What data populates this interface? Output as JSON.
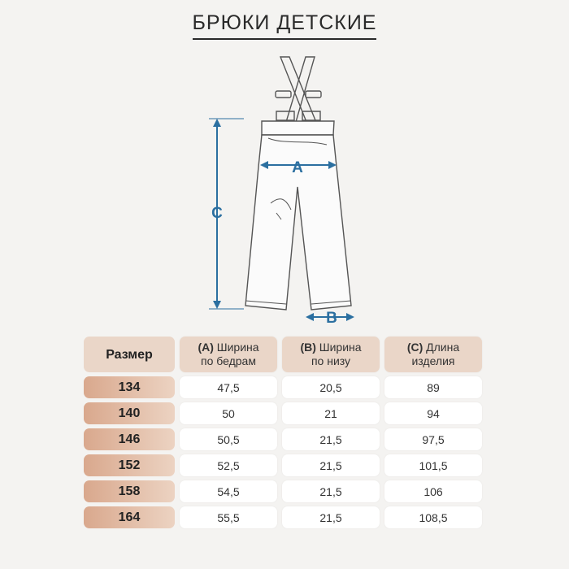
{
  "title": "БРЮКИ ДЕТСКИЕ",
  "diagram": {
    "label_a": "A",
    "label_b": "B",
    "label_c": "C",
    "accent_color": "#2b6fa0"
  },
  "table": {
    "header": {
      "size": "Размер",
      "a_code": "(A)",
      "a_line1": "Ширина",
      "a_line2": "по бедрам",
      "b_code": "(B)",
      "b_line1": "Ширина",
      "b_line2": "по низу",
      "c_code": "(C)",
      "c_line1": "Длина",
      "c_line2": "изделия"
    },
    "rows": [
      {
        "size": "134",
        "a": "47,5",
        "b": "20,5",
        "c": "89"
      },
      {
        "size": "140",
        "a": "50",
        "b": "21",
        "c": "94"
      },
      {
        "size": "146",
        "a": "50,5",
        "b": "21,5",
        "c": "97,5"
      },
      {
        "size": "152",
        "a": "52,5",
        "b": "21,5",
        "c": "101,5"
      },
      {
        "size": "158",
        "a": "54,5",
        "b": "21,5",
        "c": "106"
      },
      {
        "size": "164",
        "a": "55,5",
        "b": "21,5",
        "c": "108,5"
      }
    ]
  }
}
